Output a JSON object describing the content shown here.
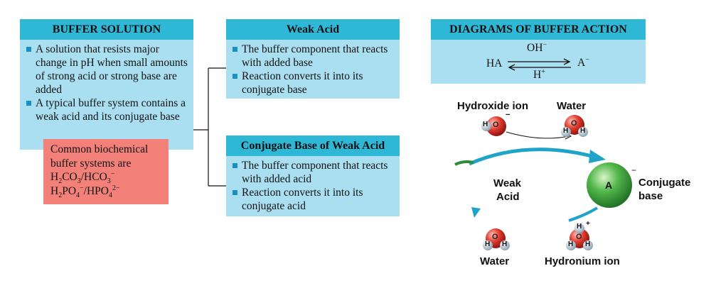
{
  "buffer_solution": {
    "title": "BUFFER SOLUTION",
    "bullets": [
      "A solution that resists major change in pH when small amounts of strong acid or strong base are added",
      "A typical buffer system contains a weak acid and its conjugate base"
    ],
    "note": {
      "line1": "Common biochemical",
      "line2": "buffer systems are",
      "f1": [
        "H",
        "2",
        "CO",
        "3",
        "/HCO",
        "3",
        "−"
      ],
      "f2": [
        "H",
        "2",
        "PO",
        "4",
        "−",
        "/HPO",
        "4",
        "2−"
      ]
    }
  },
  "weak_acid": {
    "title": "Weak Acid",
    "bullets": [
      "The buffer component that reacts with added base",
      "Reaction converts it into its conjugate base"
    ]
  },
  "conjugate_base": {
    "title": "Conjugate Base of Weak Acid",
    "bullets": [
      "The buffer component that reacts with added acid",
      "Reaction converts it into its conjugate acid"
    ]
  },
  "diagrams": {
    "title": "DIAGRAMS OF BUFFER ACTION",
    "ha": "HA",
    "oh": "OH",
    "oh_sup": "−",
    "a": "A",
    "a_sup": "−",
    "h": "H",
    "h_sup": "+"
  },
  "cycle": {
    "hydroxide_ion": "Hydroxide ion",
    "water_top": "Water",
    "weak": "Weak",
    "acid": "Acid",
    "conjugate": "Conjugate",
    "base": "base",
    "water_bottom": "Water",
    "hydronium_ion": "Hydronium ion",
    "anion_letter": "A",
    "minus": "−",
    "plus": "+",
    "o": "O",
    "hh": "H"
  },
  "colors": {
    "header": "#2fb8d6",
    "panel": "#a9dff0",
    "note": "#f48179",
    "arrow": "#1fa3c8",
    "sphere": "#3fae3f",
    "oxygen": "#e23b2e"
  }
}
